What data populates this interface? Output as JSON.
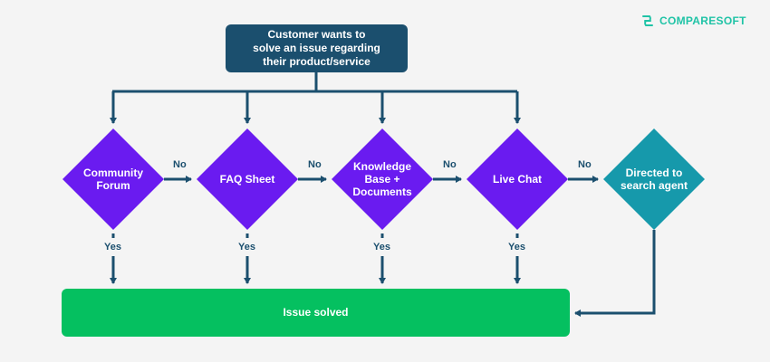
{
  "logo": {
    "text": "COMPARESOFT",
    "color": "#1fc3a6"
  },
  "colors": {
    "start": "#1b4f6e",
    "decision": "#6a1bf0",
    "agent": "#1699ab",
    "solved": "#05c060",
    "connector": "#1b4f6e"
  },
  "start_node": {
    "text": "Customer wants to\nsolve an issue regarding\ntheir product/service"
  },
  "decisions": [
    {
      "text": "Community\nForum"
    },
    {
      "text": "FAQ Sheet"
    },
    {
      "text": "Knowledge\nBase +\nDocuments"
    },
    {
      "text": "Live Chat"
    }
  ],
  "agent_node": {
    "text": "Directed to\nsearch agent"
  },
  "solved_node": {
    "text": "Issue solved"
  },
  "edge_labels": {
    "no": [
      "No",
      "No",
      "No",
      "No"
    ],
    "yes": [
      "Yes",
      "Yes",
      "Yes",
      "Yes"
    ]
  }
}
